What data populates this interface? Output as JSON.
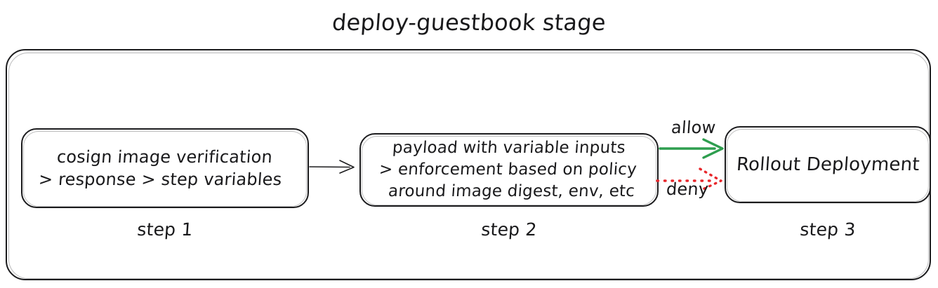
{
  "diagram": {
    "title": "deploy-guestbook stage",
    "type": "flowchart",
    "style": "hand-drawn-sketch"
  },
  "colors": {
    "stroke": "#1c1c1e",
    "text": "#19191b",
    "allow_arrow": "#2e9e4f",
    "deny_arrow": "#e8262b",
    "background": "#ffffff"
  },
  "nodes": [
    {
      "id": "step1",
      "caption": "step 1",
      "lines": [
        "cosign image verification",
        "> response > step variables"
      ]
    },
    {
      "id": "step2",
      "caption": "step 2",
      "lines": [
        "payload with variable inputs",
        "> enforcement based on policy",
        "around image digest, env, etc"
      ]
    },
    {
      "id": "step3",
      "caption": "step 3",
      "lines": [
        "Rollout Deployment"
      ]
    }
  ],
  "edges": [
    {
      "id": "step1-to-step2",
      "label": "",
      "style": "solid",
      "color": "#1c1c1e"
    },
    {
      "id": "step2-to-step3-allow",
      "label": "allow",
      "style": "solid",
      "color": "#2e9e4f"
    },
    {
      "id": "step2-to-step3-deny",
      "label": "deny",
      "style": "dotted",
      "color": "#e8262b"
    }
  ]
}
